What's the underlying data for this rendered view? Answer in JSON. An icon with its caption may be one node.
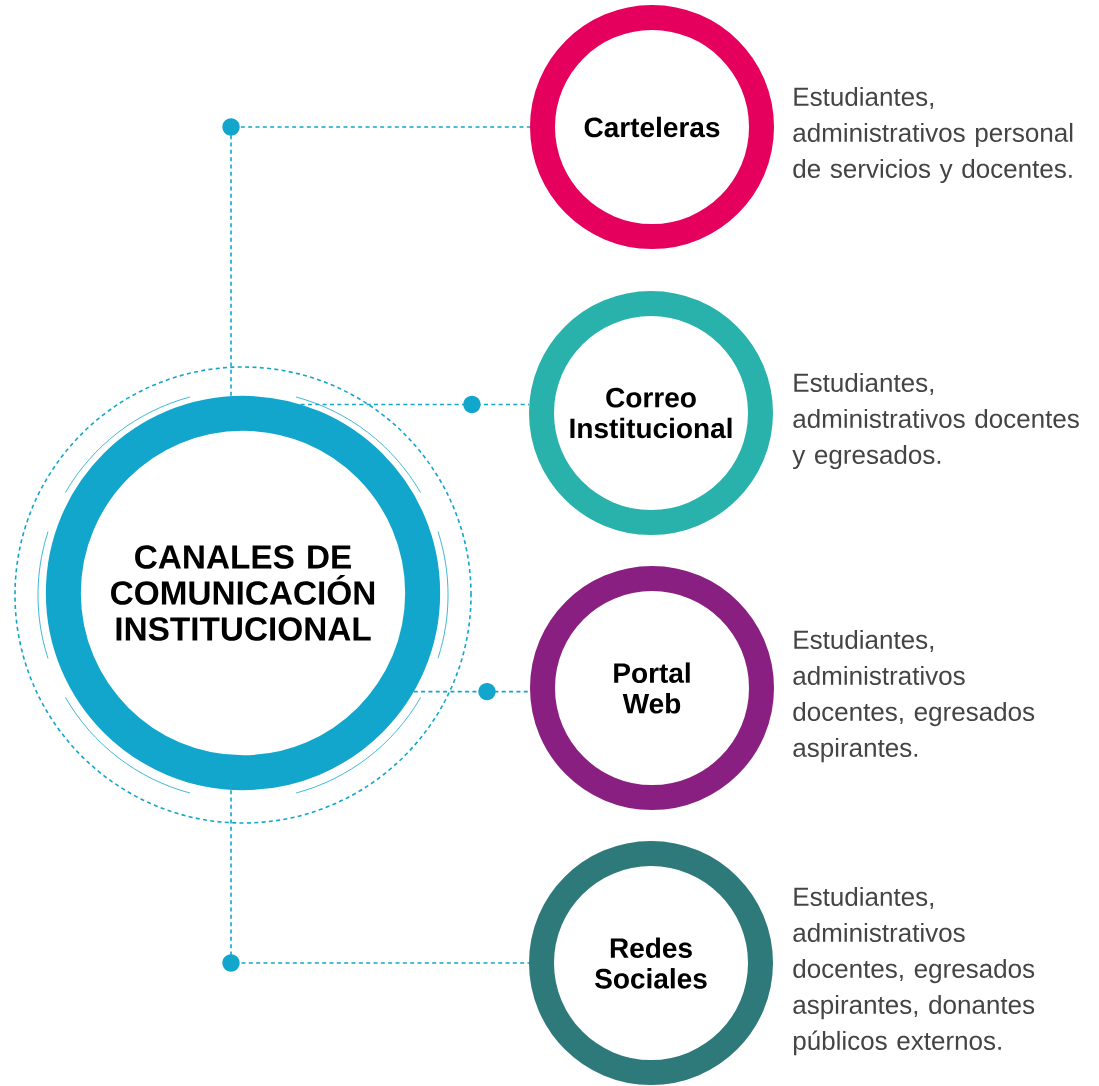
{
  "diagram": {
    "nodes": [
      {
        "text": [
          "CANALES DE COMUNICACIÓN INSTITUCIONAL"
        ]
      },
      {
        "text": [
          "Carteleras"
        ],
        "beside": [
          "Estudiantes, administrativos personal de servicios y docentes."
        ]
      },
      {
        "text": [
          "Correo Institucional"
        ],
        "beside": [
          "Estudiantes, administrativos docentes y egresados."
        ]
      },
      {
        "text": [
          "Portal Web"
        ],
        "beside": [
          "Estudiantes, administrativos docentes, egresados aspirantes."
        ]
      },
      {
        "text": [
          "Redes Sociales"
        ],
        "beside": [
          "Estudiantes, administrativos docentes, egresados aspirantes, donantes públicos externos."
        ]
      }
    ],
    "edges": [
      {
        "from": 0,
        "to": 1,
        "arrow": "none",
        "style": "dashed"
      },
      {
        "from": 0,
        "to": 2,
        "arrow": "none",
        "style": "dashed"
      },
      {
        "from": 0,
        "to": 3,
        "arrow": "none",
        "style": "dashed"
      },
      {
        "from": 0,
        "to": 4,
        "arrow": "none",
        "style": "dashed"
      }
    ]
  }
}
